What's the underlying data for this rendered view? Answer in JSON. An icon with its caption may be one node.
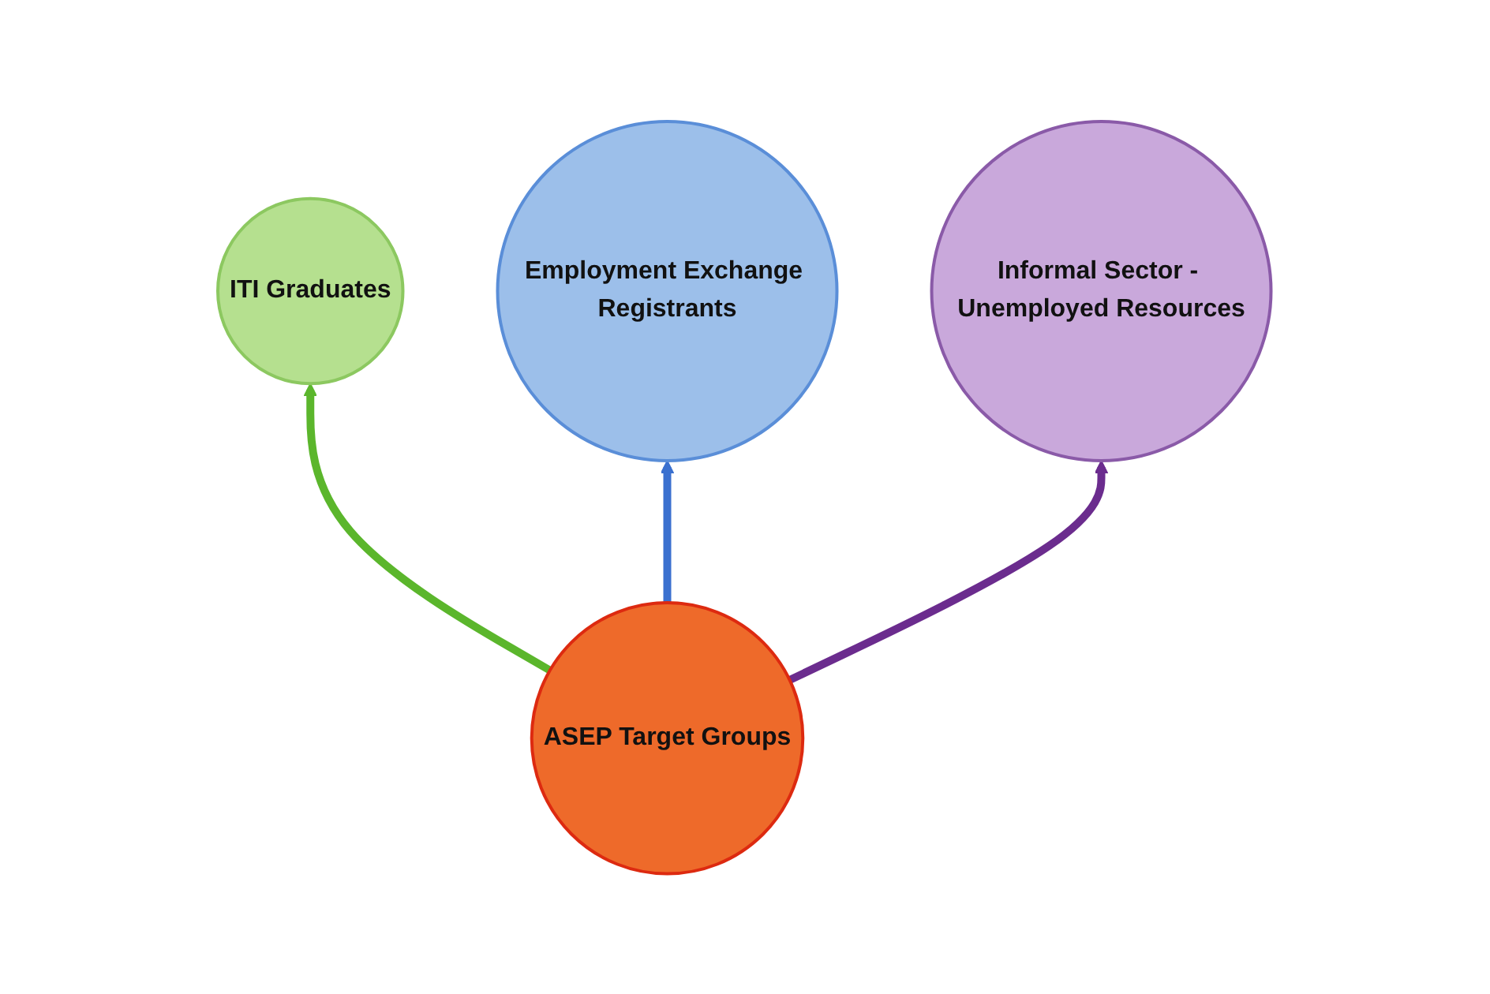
{
  "diagram": {
    "nodes": [
      {
        "text": [
          "ITI Graduates"
        ]
      },
      {
        "text": [
          "Employment Exchange Registrants"
        ]
      },
      {
        "text": [
          "Informal Sector - Unemployed Resources"
        ]
      },
      {
        "text": [
          "ASEP Target Groups"
        ]
      }
    ],
    "edges": [
      {
        "from": 3,
        "to": 0,
        "arrow": "to",
        "color": "#5bb62c"
      },
      {
        "from": 3,
        "to": 1,
        "arrow": "to",
        "color": "#3a70cf"
      },
      {
        "from": 3,
        "to": 2,
        "arrow": "to",
        "color": "#6b2c8e"
      }
    ]
  }
}
